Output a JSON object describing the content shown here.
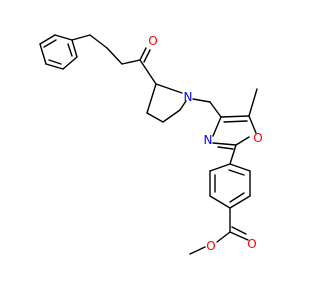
{
  "molecule": {
    "atoms": [
      {
        "symbol": "O",
        "color": "#ff0000"
      },
      {
        "symbol": "N",
        "color": "#0000ff"
      },
      {
        "symbol": "N",
        "color": "#0000ff"
      },
      {
        "symbol": "O",
        "color": "#ff0000"
      },
      {
        "symbol": "O",
        "color": "#ff0000"
      },
      {
        "symbol": "O",
        "color": "#ff0000"
      }
    ],
    "bond_color": "#000000",
    "background": "#ffffff"
  }
}
